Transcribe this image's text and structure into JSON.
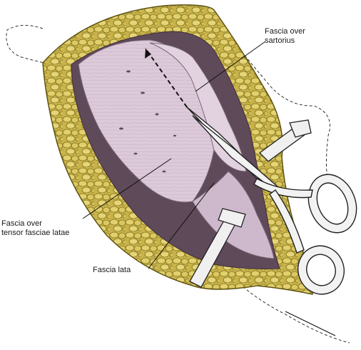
{
  "labels": {
    "sartorius": "Fascia over\nsartorius",
    "tensor": "Fascia over\ntensor fasciae latae",
    "lata": "Fascia lata"
  },
  "colors": {
    "fat": "#d6c25a",
    "fat_dark": "#8a7a1f",
    "fascia": "#dcc9d9",
    "fascia_shadow": "#b29fb2",
    "metal": "#eeeeee",
    "line": "#1a1a1a"
  },
  "icons": {
    "instrument": "scissors-icon",
    "retractor": "retractor-icon"
  }
}
